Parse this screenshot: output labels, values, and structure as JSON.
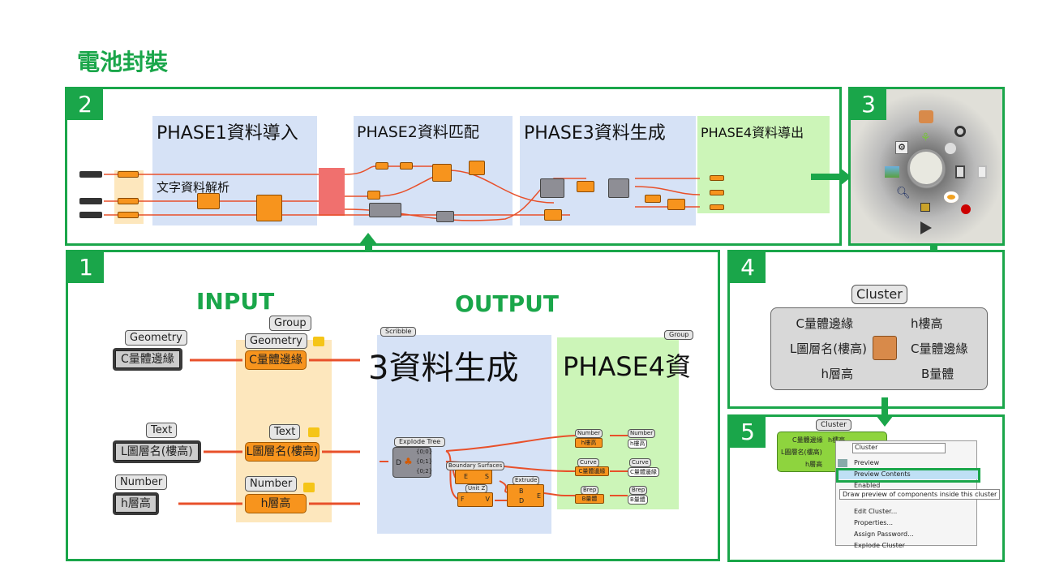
{
  "title": "電池封裝",
  "panel2": {
    "number": "2",
    "phase1": "PHASE1資料導入",
    "text_parse": "文字資料解析",
    "phase2": "PHASE2資料匹配",
    "phase3": "PHASE3資料生成",
    "phase4": "PHASE4資料導出"
  },
  "panel3": {
    "number": "3",
    "icons": [
      "cluster-box-icon",
      "graph-icon",
      "settings-gear-icon",
      "disable-icon",
      "preview-icon",
      "map-icon",
      "slider-icon",
      "slider-faded-icon",
      "search-icon",
      "unlock-icon",
      "bake-egg-icon",
      "pin-icon",
      "play-icon"
    ]
  },
  "panel1": {
    "number": "1",
    "input_heading": "INPUT",
    "output_heading": "OUTPUT",
    "inputs": [
      {
        "type": "Geometry",
        "value": "C量體邊緣"
      },
      {
        "type": "Text",
        "value": "L圖層名(樓高)"
      },
      {
        "type": "Number",
        "value": "h層高"
      }
    ],
    "group_label": "Group",
    "group_params": [
      {
        "type": "Geometry",
        "value": "C量體邊緣"
      },
      {
        "type": "Text",
        "value": "L圖層名(樓高)"
      },
      {
        "type": "Number",
        "value": "h層高"
      }
    ],
    "scribble_label": "Scribble",
    "phase3_partial": "3資料生成",
    "phase4_partial": "PHASE4資",
    "group4_label": "Group",
    "explode_tree": {
      "label": "Explode Tree",
      "input": "D",
      "outputs": [
        "{0;0}",
        "{0;1}",
        "{0;2}"
      ]
    },
    "boundary_surfaces": {
      "label": "Boundary Surfaces",
      "in": "E",
      "out": "S"
    },
    "unit_z": {
      "label": "Unit Z",
      "in": "F",
      "out": "V"
    },
    "extrude": {
      "label": "Extrude",
      "in": [
        "B",
        "D"
      ],
      "out": "E"
    },
    "outputs": [
      {
        "type": "Number",
        "value": "h樓高"
      },
      {
        "type": "Curve",
        "value": "C量體邊緣"
      },
      {
        "type": "Brep",
        "value": "B量體"
      }
    ]
  },
  "panel4": {
    "number": "4",
    "cluster_label": "Cluster",
    "inputs": [
      "C量體邊緣",
      "L圖層名(樓高)",
      "h層高"
    ],
    "outputs": [
      "h樓高",
      "C量體邊緣",
      "B量體"
    ]
  },
  "panel5": {
    "number": "5",
    "cluster_label": "Cluster",
    "node_inputs": [
      "C量體邊緣",
      "L圖層名(樓高)",
      "h層高"
    ],
    "node_output": "h樓高",
    "name_field": "Cluster",
    "menu": [
      "Preview",
      "Preview Contents",
      "Enabled",
      "Edit Cluster...",
      "Properties...",
      "Assign Password...",
      "Explode Cluster"
    ],
    "tooltip": "Draw preview of components inside this cluster"
  },
  "colors": {
    "accent": "#1aa64a",
    "component": "#f7941d",
    "wire": "#e8502a",
    "scribble_blue": "#d6e2f6",
    "scribble_green": "#ccf5b8"
  }
}
